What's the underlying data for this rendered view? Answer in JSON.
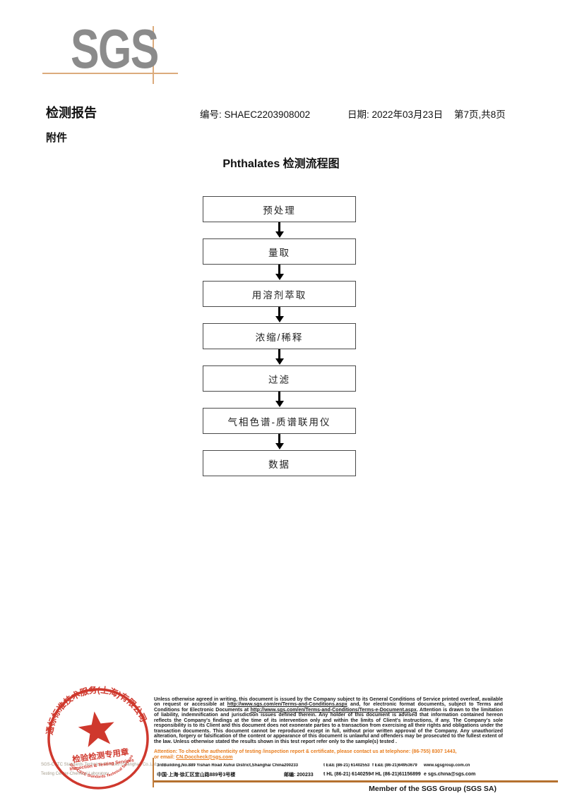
{
  "colors": {
    "accent_tan": "#dcab7c",
    "footer_line": "#b5712f",
    "seal_red": "#cc2a1e",
    "attention_orange": "#e87d1e",
    "logo_gray": "#8b8b8b"
  },
  "logo": {
    "text": "SGS"
  },
  "header": {
    "report_title": "检测报告",
    "report_no": "编号: SHAEC2203908002",
    "date": "日期: 2022年03月23日",
    "page_info": "第7页,共8页",
    "attachment": "附件"
  },
  "flowchart": {
    "title": "Phthalates 检测流程图",
    "steps": [
      "预处理",
      "量取",
      "用溶剂萃取",
      "浓缩/稀释",
      "过滤",
      "气相色谱-质谱联用仪",
      "数据"
    ]
  },
  "seal": {
    "ring_text": "通标标准技术服务(上海)有限公司",
    "bottom_text": "SGS-CSTC Standards Technical Services",
    "line1": "检验检测专用章",
    "line2": "Inspection & Testing Services"
  },
  "footer": {
    "company_en_line1": "SGS-CSTC Standards Technical Services (Shanghai) Co.,Ltd.",
    "company_en_line2": "Testing Center-Chemical Laboratory.",
    "disclaimer": {
      "part1": "Unless otherwise agreed in writing, this document is issued by the Company subject to its General Conditions of Service printed overleaf, available on request or accessible at ",
      "url1": "http://www.sgs.com/en/Terms-and-Conditions.aspx",
      "part2": " and, for electronic format documents, subject to Terms and Conditions for Electronic Documents at ",
      "url2": "http://www.sgs.com/en/Terms-and-Conditions/Terms-e-Document.aspx",
      "part3": ". Attention is drawn to the limitation of liability, indemnification and jurisdiction issues defined therein. Any holder of this document is advised that information contained hereon reflects the Company's findings at the time of its intervention only and within the limits of Client's instructions, if any. The Company's sole responsibility is to its Client and this document does not exonerate parties to a transaction from exercising all their rights and obligations under the transaction documents. This document cannot be reproduced except in full, without prior written approval of the Company. Any unauthorized alteration, forgery or falsification of the content or appearance of this document is unlawful and offenders may be prosecuted to the fullest extent of the law. Unless otherwise stated the results shown in this test report refer only to the sample(s) tested ."
    },
    "attention_line1": "Attention: To check the authenticity of testing /inspection report & certificate, please contact us at telephone: (86-755) 8307 1443,",
    "attention_line2_label": "or email: ",
    "attention_email": "CN.Doccheck@sgs.com",
    "address_en": "3rdBuilding,No.889 Yishan Road Xuhui District,Shanghai China",
    "postcode_en": "200233",
    "tel_en": "t E&E (86-21) 61402553",
    "fax_en": "f E&E (86-21)64953679",
    "web": "www.sgsgroup.com.cn",
    "address_cn": "中国·上海·徐汇区宜山路889号3号楼",
    "postcode_cn": "邮编: 200233",
    "tel_cn": "t HL (86-21) 61402594",
    "fax_cn": "f HL (86-21)61156899",
    "email": "e sgs.china@sgs.com",
    "member": "Member of the SGS Group (SGS SA)"
  }
}
